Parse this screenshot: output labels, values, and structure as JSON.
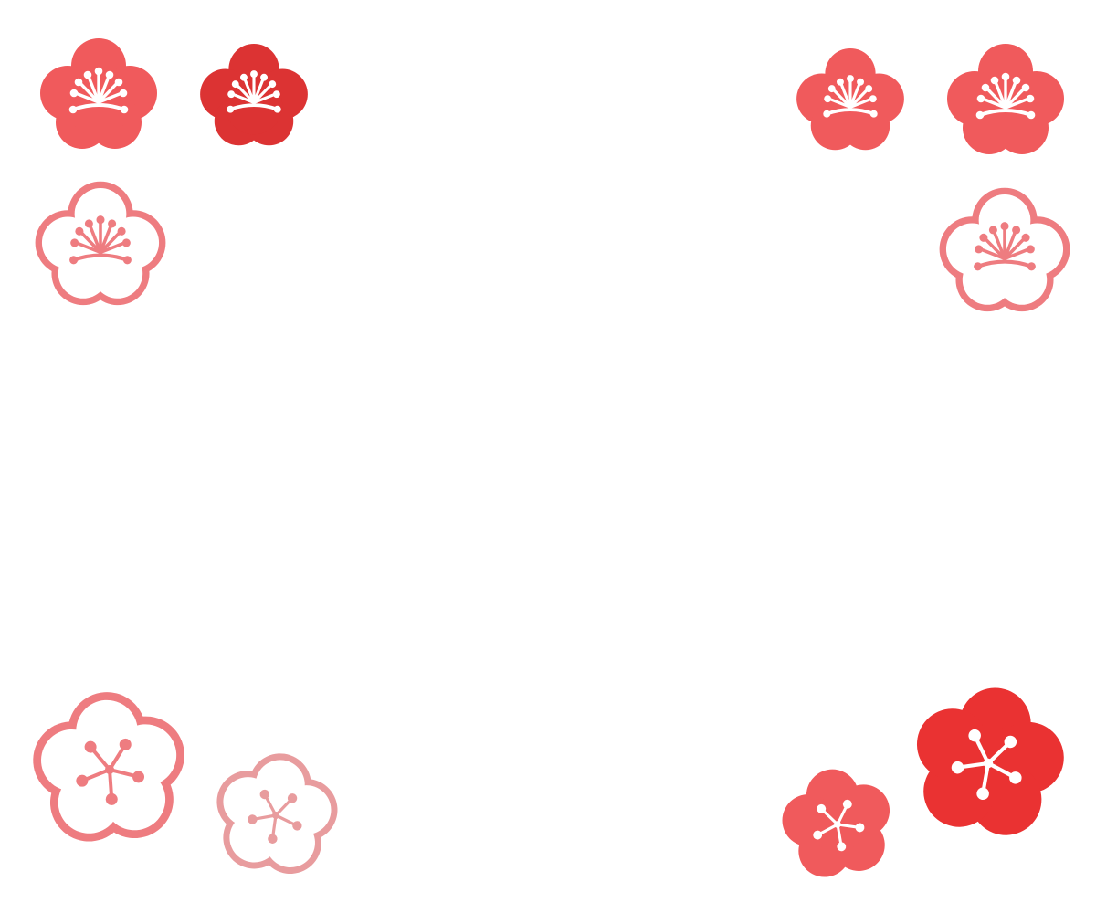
{
  "colors": {
    "salmon": "#F05A5C",
    "crimson": "#DC3333",
    "outline_pink": "#EE7C80",
    "light_pink": "#E89C9E",
    "bright_red": "#EA3232",
    "white": "#FFFFFF"
  },
  "flowers": [
    {
      "name": "plum-blossom-icon-top-left-1",
      "style": "filled-side-view",
      "color": "salmon"
    },
    {
      "name": "plum-blossom-icon-top-left-2",
      "style": "filled-side-view",
      "color": "crimson"
    },
    {
      "name": "plum-blossom-icon-top-left-3",
      "style": "outline-side-view",
      "color": "outline_pink"
    },
    {
      "name": "plum-blossom-icon-top-right-1",
      "style": "filled-side-view",
      "color": "salmon"
    },
    {
      "name": "plum-blossom-icon-top-right-2",
      "style": "filled-side-view",
      "color": "salmon"
    },
    {
      "name": "plum-blossom-icon-top-right-3",
      "style": "outline-side-view",
      "color": "outline_pink"
    },
    {
      "name": "plum-blossom-icon-bottom-left-1",
      "style": "outline-front-view",
      "color": "outline_pink"
    },
    {
      "name": "plum-blossom-icon-bottom-left-2",
      "style": "outline-front-view",
      "color": "light_pink"
    },
    {
      "name": "plum-blossom-icon-bottom-right-1",
      "style": "filled-front-view",
      "color": "salmon"
    },
    {
      "name": "plum-blossom-icon-bottom-right-2",
      "style": "filled-front-view",
      "color": "bright_red"
    }
  ]
}
